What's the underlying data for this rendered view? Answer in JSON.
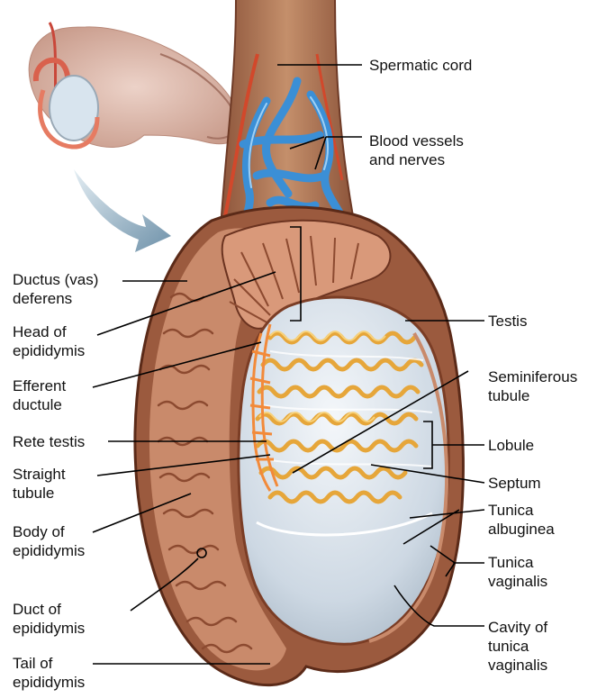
{
  "labels": {
    "spermatic_cord": "Spermatic cord",
    "blood_vessels": [
      "Blood vessels",
      "and nerves"
    ],
    "ductus_deferens": [
      "Ductus (vas)",
      "deferens"
    ],
    "head_of_epididymis": [
      "Head of",
      "epididymis"
    ],
    "efferent_ductule": [
      "Efferent",
      "ductule"
    ],
    "rete_testis": "Rete testis",
    "straight_tubule": [
      "Straight",
      "tubule"
    ],
    "body_of_epididymis": [
      "Body of",
      "epididymis"
    ],
    "duct_of_epididymis": [
      "Duct of",
      "epididymis"
    ],
    "tail_of_epididymis": [
      "Tail of",
      "epididymis"
    ],
    "testis": "Testis",
    "seminiferous_tubule": [
      "Seminiferous",
      "tubule"
    ],
    "lobule": "Lobule",
    "septum": "Septum",
    "tunica_albuginea": [
      "Tunica",
      "albuginea"
    ],
    "tunica_vaginalis": [
      "Tunica",
      "vaginalis"
    ],
    "cavity_of_tunica_vaginalis": [
      "Cavity of",
      "tunica",
      "vaginalis"
    ]
  },
  "colors": {
    "cord": "#b8805f",
    "vessel_blue": "#3b8fd6",
    "vessel_red": "#d2482b",
    "epididymis": "#c98a6b",
    "epididymis_dark": "#8c4a30",
    "tubule_yellow": "#f0b84a",
    "testis_white": "#dfe6ee",
    "leader": "#000000",
    "arrow": "#9fb9cb"
  }
}
